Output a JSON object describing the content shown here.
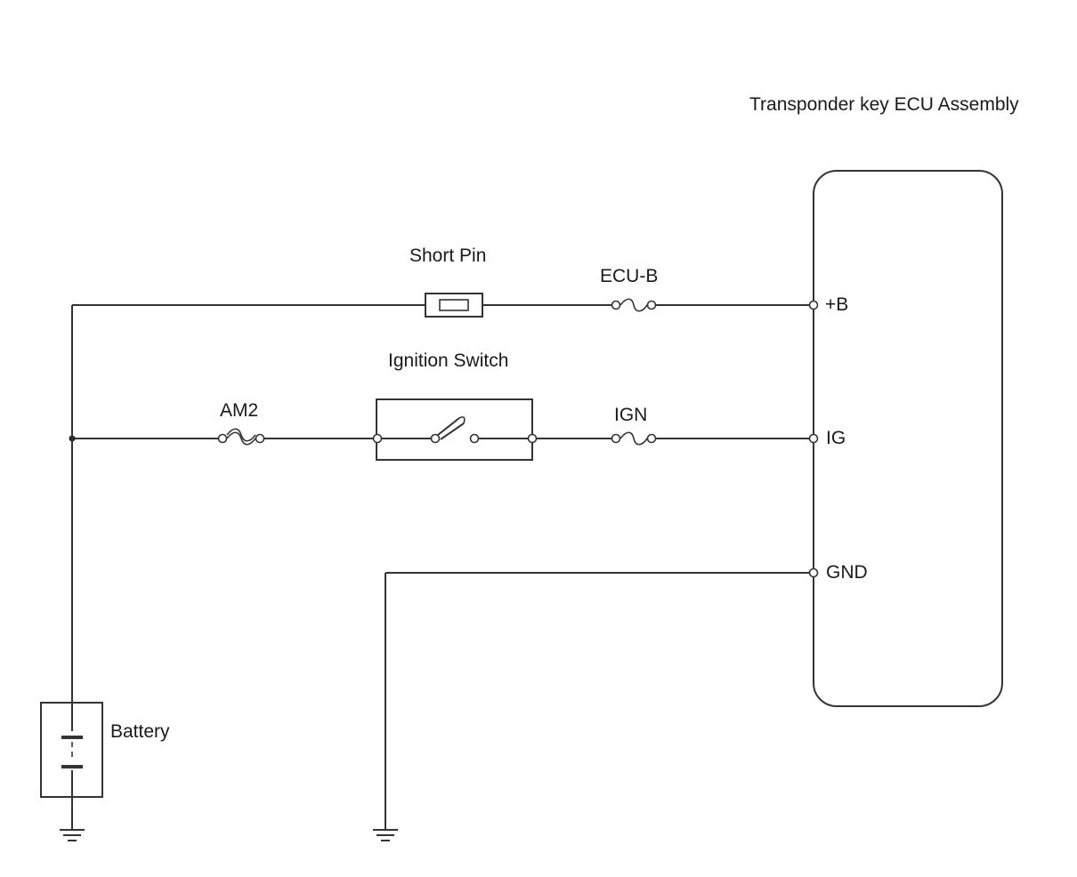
{
  "diagram": {
    "ecu": {
      "title": "Transponder key ECU Assembly",
      "pins": {
        "plus_b": "+B",
        "ig": "IG",
        "gnd": "GND"
      }
    },
    "components": {
      "short_pin": "Short Pin",
      "ecu_b_fuse": "ECU-B",
      "ignition_switch": "Ignition Switch",
      "am2_fuse": "AM2",
      "ign_fuse": "IGN",
      "battery": "Battery"
    }
  }
}
